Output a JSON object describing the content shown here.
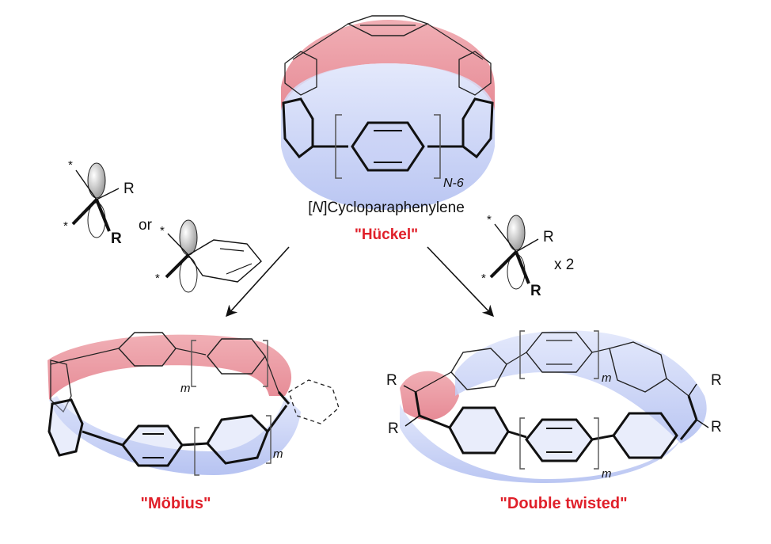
{
  "top": {
    "subscript": "N-6",
    "name_prefix": "[",
    "name_italic": "N",
    "name_suffix": "]Cycloparaphenylene",
    "type_label": "\"Hückel\""
  },
  "left": {
    "substituent_star_top": "*",
    "substituent_star_bottom": "*",
    "r_label": "R",
    "r_bold_label": "R",
    "or_label": "or",
    "benz_star_top": "*",
    "benz_star_bottom": "*",
    "m_label": "m",
    "m_label_2": "m",
    "type_label": "\"Möbius\""
  },
  "right": {
    "star_top": "*",
    "star_bottom": "*",
    "r_label": "R",
    "r_bold_label": "R",
    "multiplier": "x 2",
    "r_left_top": "R",
    "r_left_bottom": "R",
    "r_right_top": "R",
    "r_right_bottom": "R",
    "m_top": "m",
    "m_bottom": "m",
    "type_label": "\"Double twisted\""
  },
  "colors": {
    "band_red": "#e87b86",
    "band_blue": "#b7c3f2",
    "label_red": "#e0202a"
  }
}
